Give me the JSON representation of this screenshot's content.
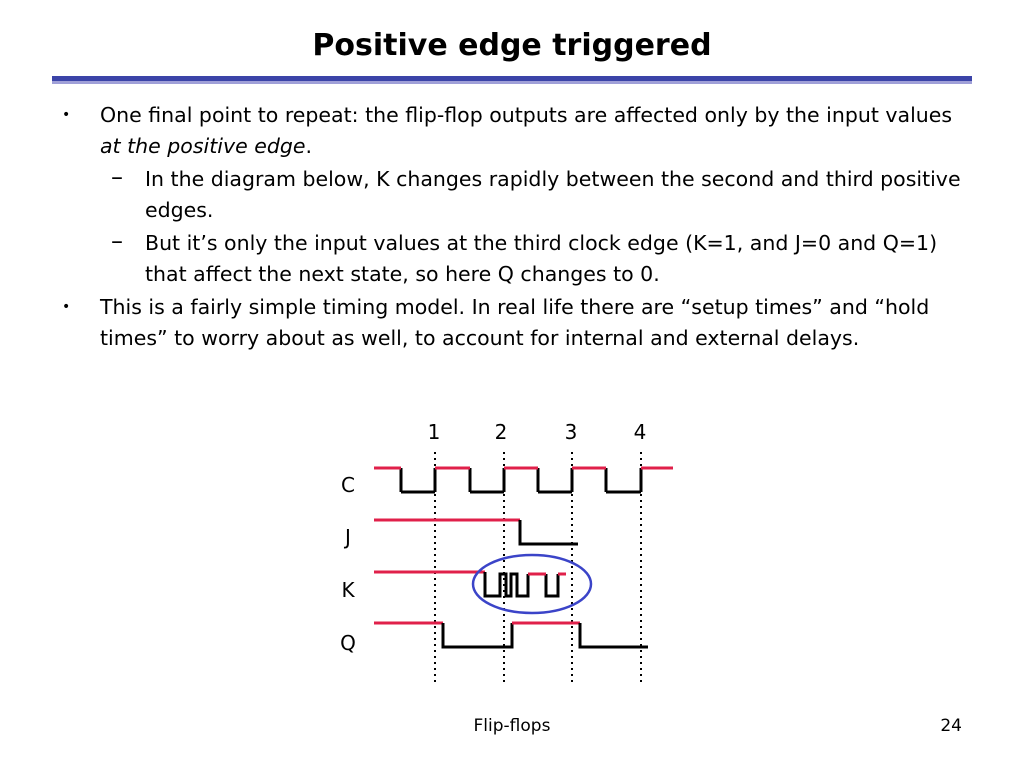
{
  "slide": {
    "title": "Positive edge triggered",
    "footer": "Flip-flops",
    "page_number": "24"
  },
  "bullets": [
    {
      "text_before": "One final point to repeat: the flip-flop outputs are affected only by the input values ",
      "text_emph": "at the positive edge",
      "text_after": ".",
      "subs": [
        "In the diagram below, K changes rapidly between the second and third positive edges.",
        "But it’s only the input values at the third clock edge (K=1, and J=0 and Q=1) that affect the next state, so here Q changes to 0."
      ]
    },
    {
      "text": "This is a fairly simple timing model. In real life there are “setup times” and “hold times” to worry about as well, to account for internal and external delays."
    }
  ],
  "diagram": {
    "edge_labels": [
      "1",
      "2",
      "3",
      "4"
    ],
    "signals": [
      "C",
      "J",
      "K",
      "Q"
    ],
    "colors": {
      "high": "#e0204a",
      "low": "#000000",
      "highlight": "#3b44c8"
    }
  }
}
